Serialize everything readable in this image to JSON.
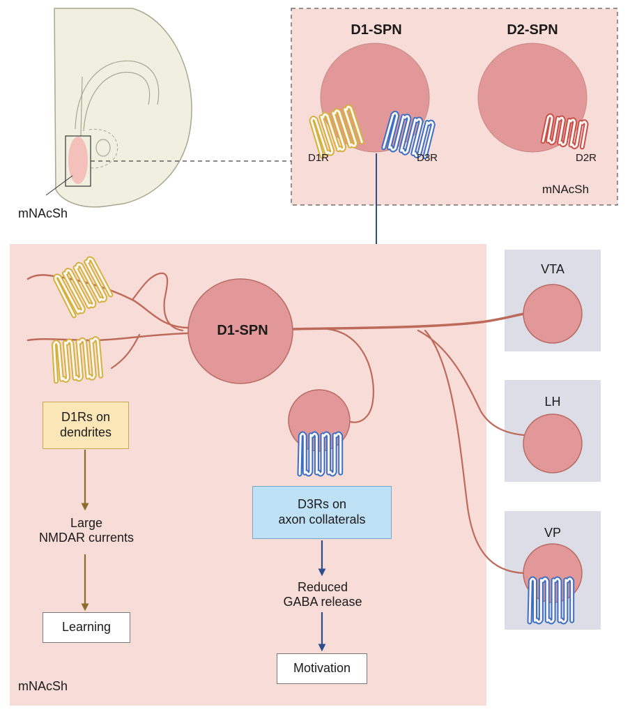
{
  "inset": {
    "d1_title": "D1-SPN",
    "d2_title": "D2-SPN",
    "d1r": "D1R",
    "d3r": "D3R",
    "d2r": "D2R",
    "region": "mNAcSh"
  },
  "brain": {
    "region_label": "mNAcSh"
  },
  "main": {
    "soma_label": "D1-SPN",
    "region": "mNAcSh",
    "d1_box": {
      "line1": "D1Rs on",
      "line2": "dendrites"
    },
    "d1_mid": {
      "line1": "Large",
      "line2": "NMDAR currents"
    },
    "d1_end": "Learning",
    "d3_box": {
      "line1": "D3Rs on",
      "line2": "axon collaterals"
    },
    "d3_mid": {
      "line1": "Reduced",
      "line2": "GABA release"
    },
    "d3_end": "Motivation"
  },
  "targets": [
    {
      "label": "VTA"
    },
    {
      "label": "LH"
    },
    {
      "label": "VP"
    }
  ],
  "colors": {
    "panel": "#f8dcd8",
    "cell": "#e29898",
    "cell_stroke": "#b86a62",
    "axon": "#bd6a5a",
    "d1r": "#d3b13c",
    "d3r": "#3a6fc4",
    "d2r": "#c94f4a",
    "target_bg": "#dcdde6",
    "d1_box": "#fbe6b8",
    "d3_box": "#bfe1f6",
    "brown_arrow": "#8c6d2c",
    "blue_arrow": "#2c4f8c",
    "brain_fill": "#f1efe0",
    "brain_stroke": "#a8a68f",
    "shell": "#f3c0bb"
  }
}
